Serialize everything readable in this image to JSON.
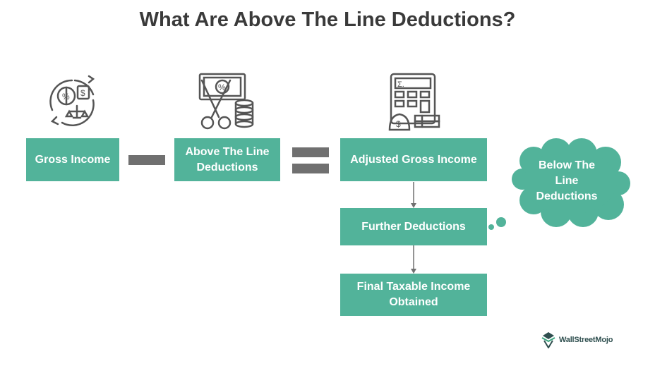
{
  "title": "What Are Above The Line Deductions?",
  "boxes": {
    "gross_income": "Gross Income",
    "above_line_1": "Above The Line",
    "above_line_2": "Deductions",
    "adjusted_gross_income": "Adjusted Gross Income",
    "further_deductions": "Further Deductions",
    "final_taxable_1": "Final Taxable Income",
    "final_taxable_2": "Obtained"
  },
  "cloud": {
    "line1": "Below The",
    "line2": "Line",
    "line3": "Deductions"
  },
  "icons": {
    "income": "income-cycle-icon",
    "deductions": "scissors-money-icon",
    "calculator": "calculator-money-icon"
  },
  "logo": {
    "text": "WallStreetMojo",
    "icon": "wallstreetmojo-logo-icon"
  },
  "colors": {
    "box": "#52b39a",
    "operator": "#707070",
    "title": "#3a3a3a",
    "icon_stroke": "#555555"
  }
}
